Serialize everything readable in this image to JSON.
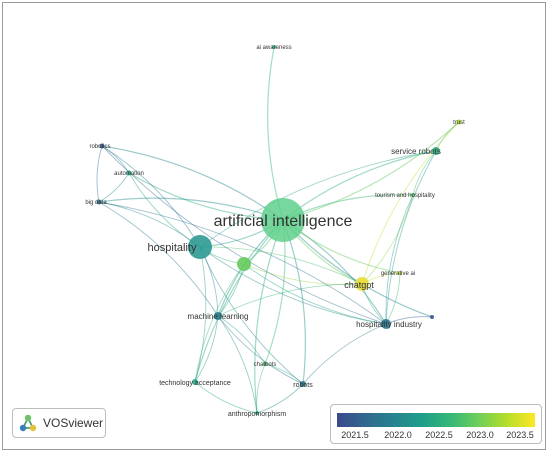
{
  "app": {
    "logo_text": "VOSviewer"
  },
  "colors": {
    "scale_low": "#3b4a8c",
    "scale_high": "#fde725",
    "ai_node": "#5fd08b",
    "hospitality_node": "#2f9a93",
    "chatgpt_node": "#e7de3b"
  },
  "legend": {
    "ticks": [
      "2021.5",
      "2022.0",
      "2022.5",
      "2023.0",
      "2023.5"
    ],
    "range": [
      2021.4,
      2023.6
    ]
  },
  "nodes": [
    {
      "id": "ai",
      "label": "artificial intelligence",
      "year": 2022.6
    },
    {
      "id": "hosp",
      "label": "hospitality",
      "year": 2022.3
    },
    {
      "id": "gpt",
      "label": "chatgpt",
      "year": 2023.4
    },
    {
      "id": "hind",
      "label": "hospitality industry",
      "year": 2021.9
    },
    {
      "id": "ml",
      "label": "machine learning",
      "year": 2022.0
    },
    {
      "id": "srob",
      "label": "service robots",
      "year": 2022.6
    },
    {
      "id": "trust",
      "label": "trust",
      "year": 2023.3
    },
    {
      "id": "aw",
      "label": "ai awareness",
      "year": 2022.7
    },
    {
      "id": "rob",
      "label": "robotics",
      "year": 2021.6
    },
    {
      "id": "auto",
      "label": "automation",
      "year": 2022.5
    },
    {
      "id": "bd",
      "label": "big data",
      "year": 2021.8
    },
    {
      "id": "tah",
      "label": "tourism and hospitality",
      "year": 2022.9
    },
    {
      "id": "gen",
      "label": "generative ai",
      "year": 2023.4
    },
    {
      "id": "chat",
      "label": "chatbots",
      "year": 2022.9
    },
    {
      "id": "ta",
      "label": "technology acceptance",
      "year": 2022.5
    },
    {
      "id": "robots",
      "label": "robots",
      "year": 2021.9
    },
    {
      "id": "anth",
      "label": "anthropomorphism",
      "year": 2022.5
    },
    {
      "id": "u1",
      "label": "",
      "year": 2023.0
    },
    {
      "id": "u2",
      "label": "",
      "year": 2021.5
    }
  ]
}
